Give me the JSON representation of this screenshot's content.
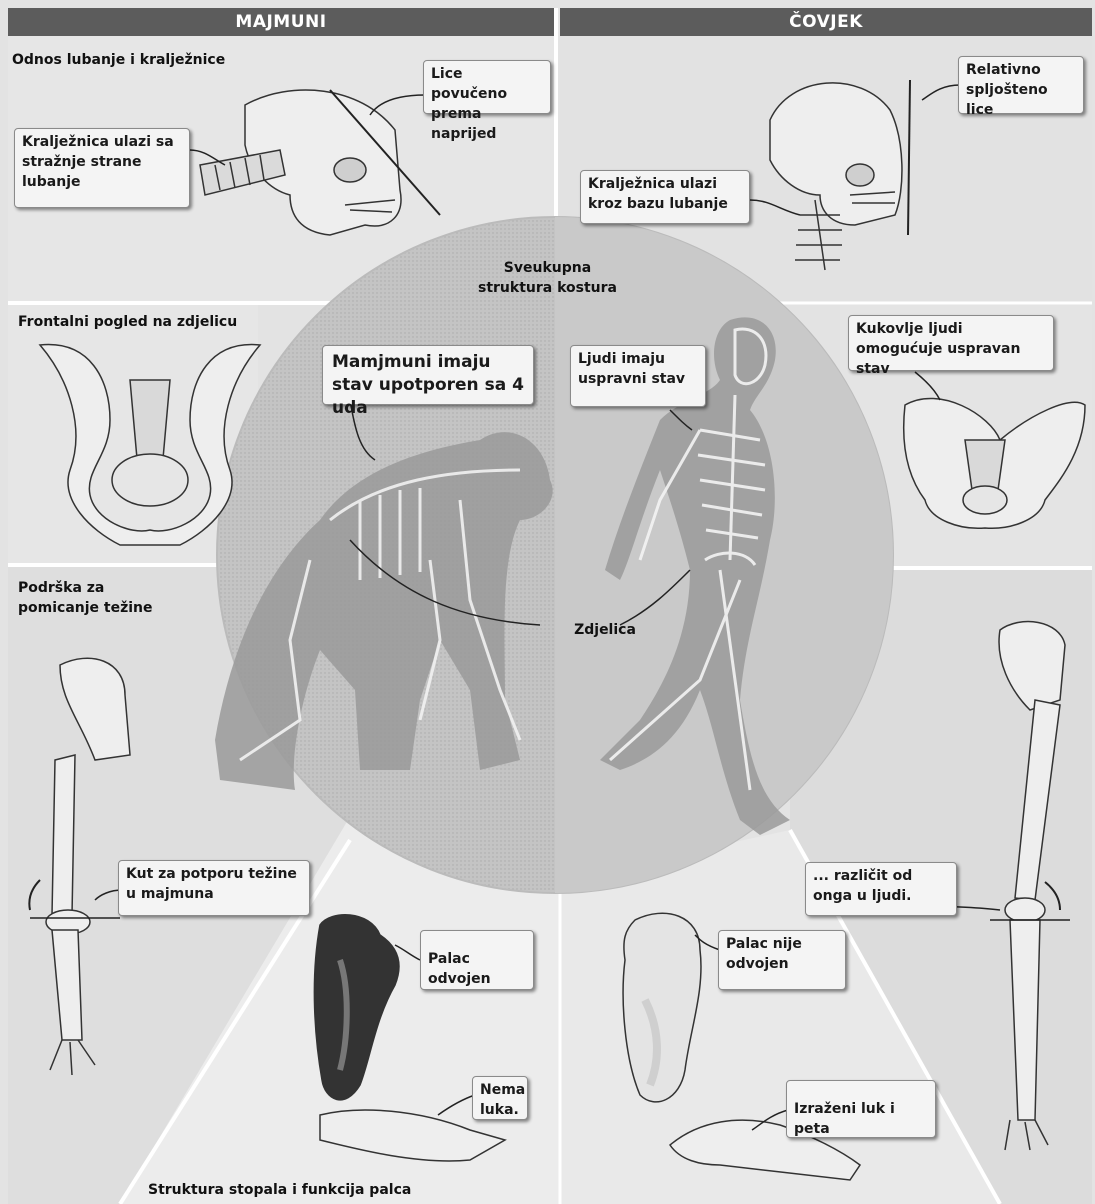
{
  "headers": {
    "left": "MAJMUNI",
    "right": "ČOVJEK"
  },
  "sections": {
    "skull_spine": "Odnos lubanje i kralježnice",
    "pelvis_front": "Frontalni pogled na zdjelicu",
    "weight_support": "Podrška za pomicanje težine",
    "skeleton_structure": "Sveukupna struktura kostura",
    "foot_structure": "Struktura stopala i funkcija palca"
  },
  "callouts": {
    "ape_face": "Lice povučeno prema naprijed",
    "ape_spine": "Kralježnica ulazi sa stražnje strane lubanje",
    "human_face": "Relativno spljošteno lice",
    "human_spine": "Kralježnica ulazi kroz bazu lubanje",
    "ape_stance": "Mamjmuni imaju stav upotporen sa 4 uda",
    "human_stance": "Ljudi imaju uspravni stav",
    "human_pelvis": "Kukovlje ljudi omogućuje uspravan stav",
    "pelvis_label": "Zdjelica",
    "ape_angle": "Kut za potporu težine u majmuna",
    "human_angle": "... različit od onga u ljudi.",
    "ape_thumb": "Palac odvojen",
    "human_thumb": "Palac nije odvojen",
    "ape_arch": "Nema luka.",
    "human_arch": "Izraženi luk i peta"
  }
}
